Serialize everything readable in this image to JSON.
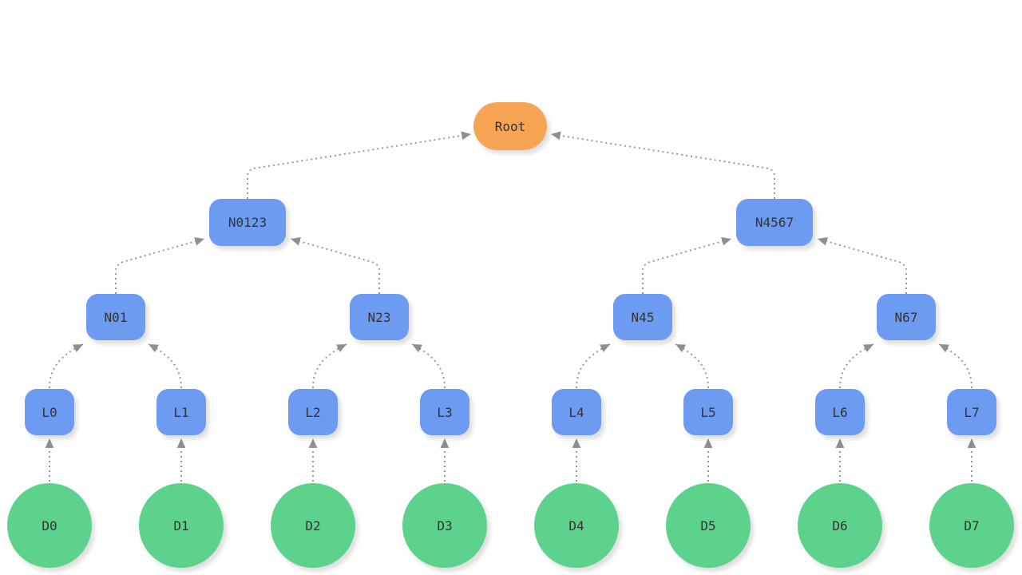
{
  "diagram": {
    "type": "tree",
    "description": "Merkle-tree style hierarchy: data blocks D0-D7 feed leaf nodes L0-L7, which pair into N01/N23/N45/N67, then N0123/N4567, up to Root. Dotted gray arrows point from each child to its parent.",
    "colors": {
      "root_fill": "#F8A455",
      "branch_fill": "#6E9BF2",
      "leaf_fill": "#6E9BF2",
      "data_fill": "#5CD28D",
      "edge_stroke": "#999999",
      "arrowhead": "#8F8F8F",
      "text": "#333333",
      "background": "#FFFFFF"
    },
    "edge_style": "dotted, arrowhead at parent end",
    "nodes": [
      {
        "id": "Root",
        "label": "Root",
        "kind": "root"
      },
      {
        "id": "N0123",
        "label": "N0123",
        "kind": "branch"
      },
      {
        "id": "N4567",
        "label": "N4567",
        "kind": "branch"
      },
      {
        "id": "N01",
        "label": "N01",
        "kind": "branch"
      },
      {
        "id": "N23",
        "label": "N23",
        "kind": "branch"
      },
      {
        "id": "N45",
        "label": "N45",
        "kind": "branch"
      },
      {
        "id": "N67",
        "label": "N67",
        "kind": "branch"
      },
      {
        "id": "L0",
        "label": "L0",
        "kind": "leaf"
      },
      {
        "id": "L1",
        "label": "L1",
        "kind": "leaf"
      },
      {
        "id": "L2",
        "label": "L2",
        "kind": "leaf"
      },
      {
        "id": "L3",
        "label": "L3",
        "kind": "leaf"
      },
      {
        "id": "L4",
        "label": "L4",
        "kind": "leaf"
      },
      {
        "id": "L5",
        "label": "L5",
        "kind": "leaf"
      },
      {
        "id": "L6",
        "label": "L6",
        "kind": "leaf"
      },
      {
        "id": "L7",
        "label": "L7",
        "kind": "leaf"
      },
      {
        "id": "D0",
        "label": "D0",
        "kind": "data"
      },
      {
        "id": "D1",
        "label": "D1",
        "kind": "data"
      },
      {
        "id": "D2",
        "label": "D2",
        "kind": "data"
      },
      {
        "id": "D3",
        "label": "D3",
        "kind": "data"
      },
      {
        "id": "D4",
        "label": "D4",
        "kind": "data"
      },
      {
        "id": "D5",
        "label": "D5",
        "kind": "data"
      },
      {
        "id": "D6",
        "label": "D6",
        "kind": "data"
      },
      {
        "id": "D7",
        "label": "D7",
        "kind": "data"
      }
    ],
    "edges": [
      {
        "from": "N0123",
        "to": "Root"
      },
      {
        "from": "N4567",
        "to": "Root"
      },
      {
        "from": "N01",
        "to": "N0123"
      },
      {
        "from": "N23",
        "to": "N0123"
      },
      {
        "from": "N45",
        "to": "N4567"
      },
      {
        "from": "N67",
        "to": "N4567"
      },
      {
        "from": "L0",
        "to": "N01"
      },
      {
        "from": "L1",
        "to": "N01"
      },
      {
        "from": "L2",
        "to": "N23"
      },
      {
        "from": "L3",
        "to": "N23"
      },
      {
        "from": "L4",
        "to": "N45"
      },
      {
        "from": "L5",
        "to": "N45"
      },
      {
        "from": "L6",
        "to": "N67"
      },
      {
        "from": "L7",
        "to": "N67"
      },
      {
        "from": "D0",
        "to": "L0"
      },
      {
        "from": "D1",
        "to": "L1"
      },
      {
        "from": "D2",
        "to": "L2"
      },
      {
        "from": "D3",
        "to": "L3"
      },
      {
        "from": "D4",
        "to": "L4"
      },
      {
        "from": "D5",
        "to": "L5"
      },
      {
        "from": "D6",
        "to": "L6"
      },
      {
        "from": "D7",
        "to": "L7"
      }
    ]
  }
}
